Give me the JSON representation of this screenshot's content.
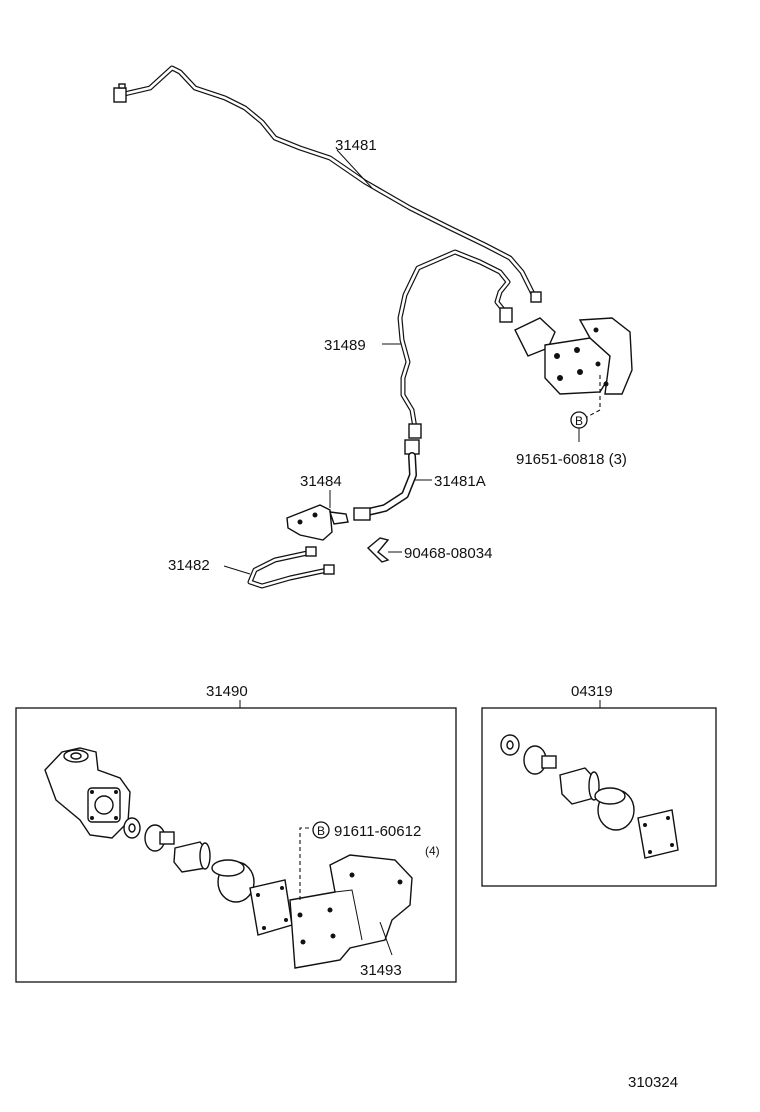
{
  "labels": {
    "p31481": "31481",
    "p31489": "31489",
    "p31484": "31484",
    "p31481a": "31481A",
    "p31482": "31482",
    "p90468": "90468-08034",
    "p91651": "91651-60818 (3)",
    "p31490": "31490",
    "p04319": "04319",
    "p91611": "91611-60612",
    "p91611_qty": "(4)",
    "p31493": "31493",
    "bolt_marker_1": "B",
    "bolt_marker_2": "B",
    "diagram_code": "310324"
  }
}
